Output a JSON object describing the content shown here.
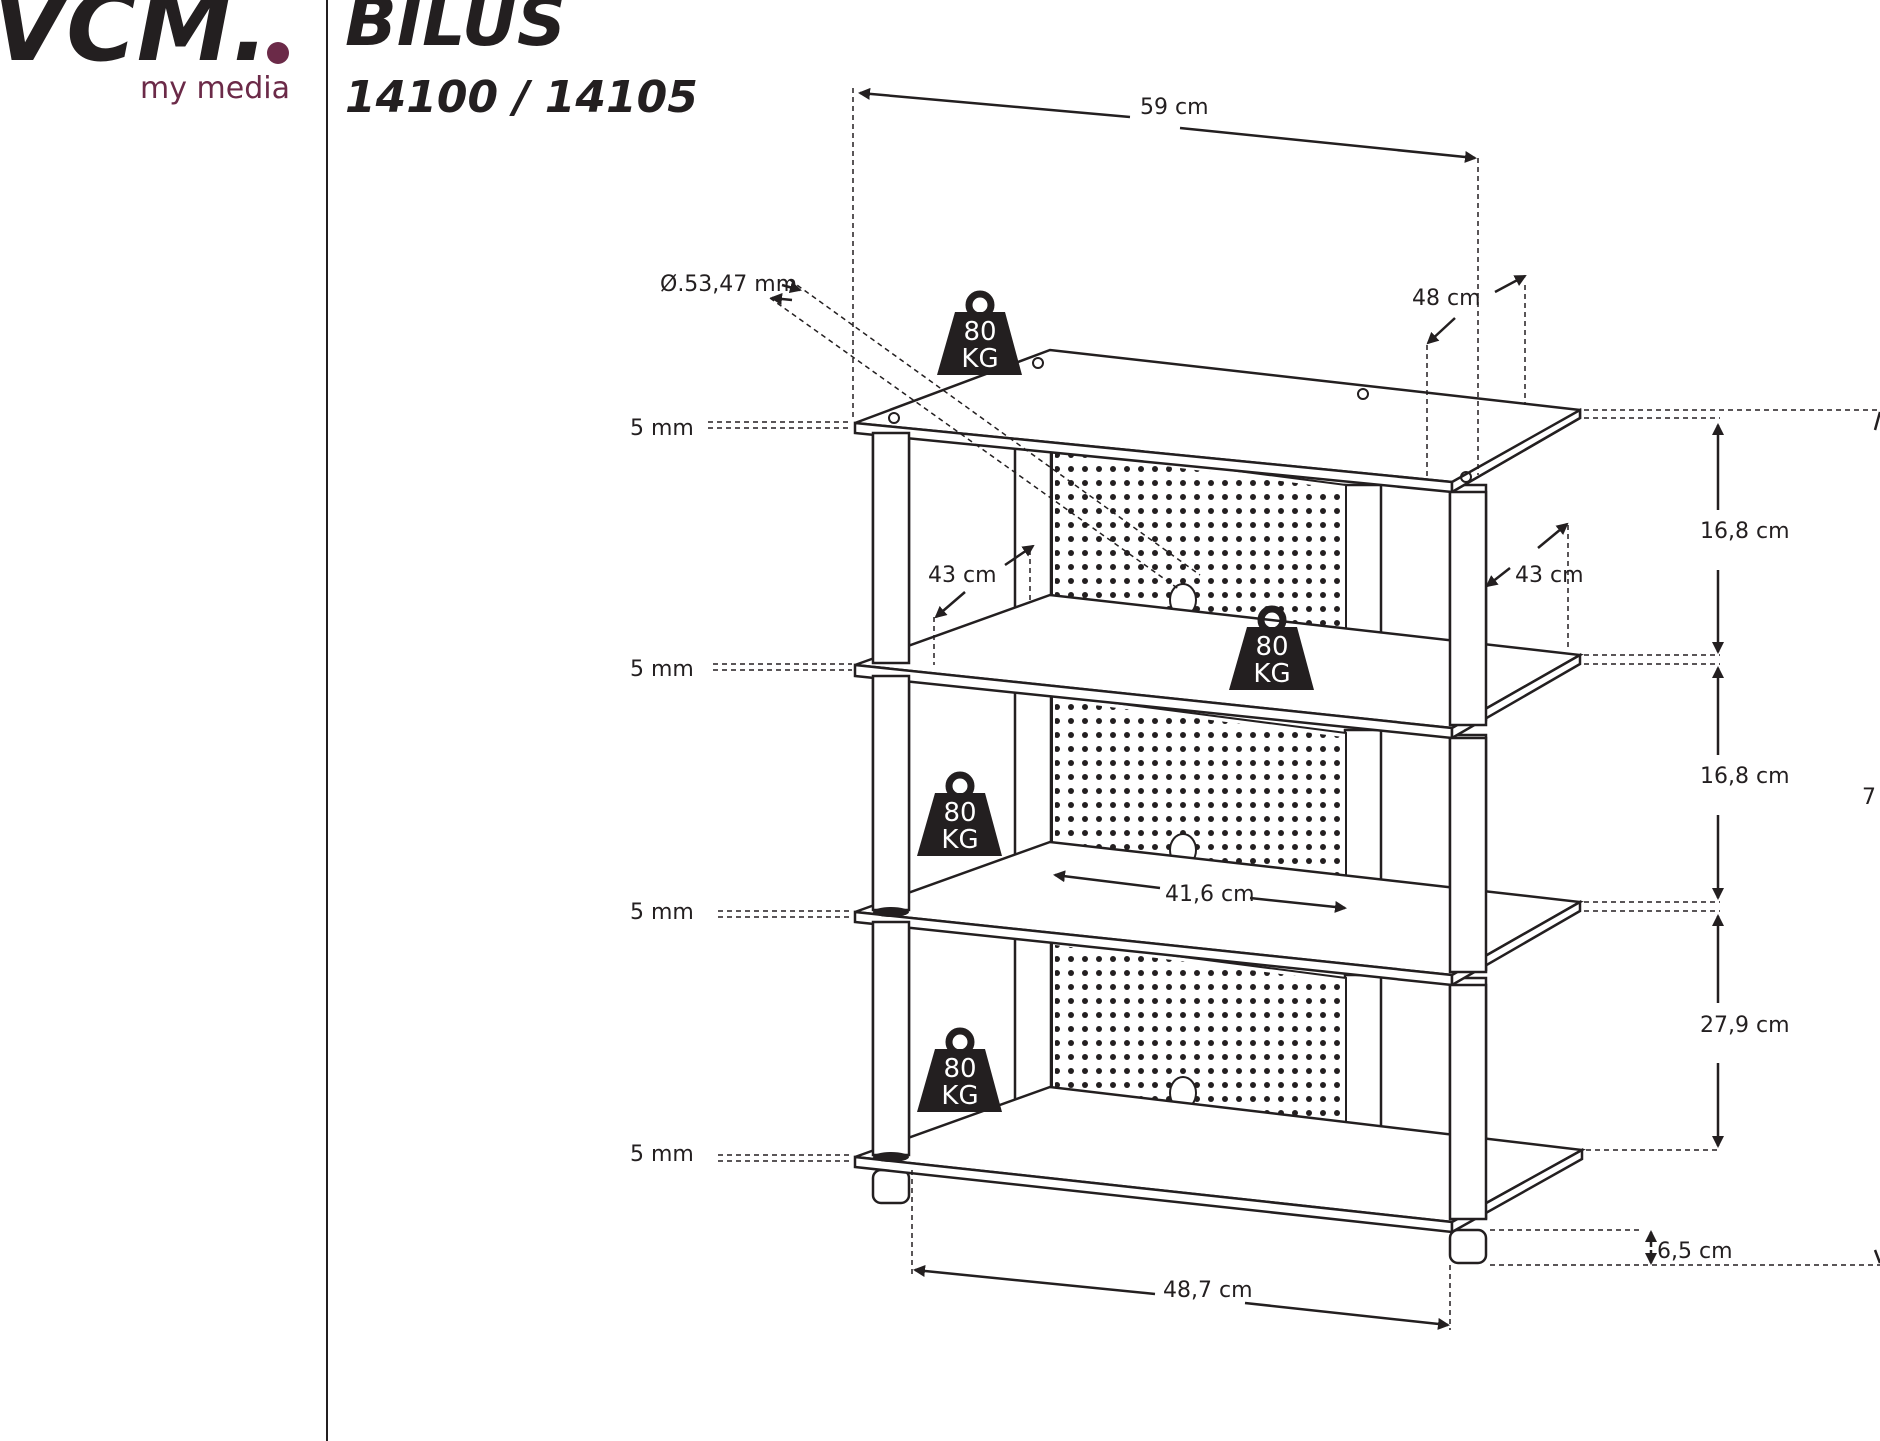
{
  "brand": {
    "logo": "VCM.",
    "tagline": "my media",
    "accent_color": "#6b2a48"
  },
  "product": {
    "name": "BILUS",
    "article_numbers": "14100 / 14105"
  },
  "dimensions": {
    "top_width": "59 cm",
    "diameter": "Ø.53,47 mm",
    "depth_top": "48 cm",
    "depth_left": "43 cm",
    "depth_right": "43 cm",
    "panel_width": "41,6 cm",
    "bottom_width": "48,7 cm",
    "foot_height": "6,5 cm",
    "gap_1": "16,8 cm",
    "gap_2": "16,8 cm",
    "gap_3": "27,9 cm",
    "total_height_partial": "7",
    "glass_thickness": [
      "5 mm",
      "5 mm",
      "5 mm",
      "5 mm"
    ]
  },
  "load_badges": [
    {
      "value": "80",
      "unit": "KG"
    },
    {
      "value": "80",
      "unit": "KG"
    },
    {
      "value": "80",
      "unit": "KG"
    },
    {
      "value": "80",
      "unit": "KG"
    }
  ],
  "colors": {
    "line": "#231f20",
    "background": "#ffffff"
  }
}
